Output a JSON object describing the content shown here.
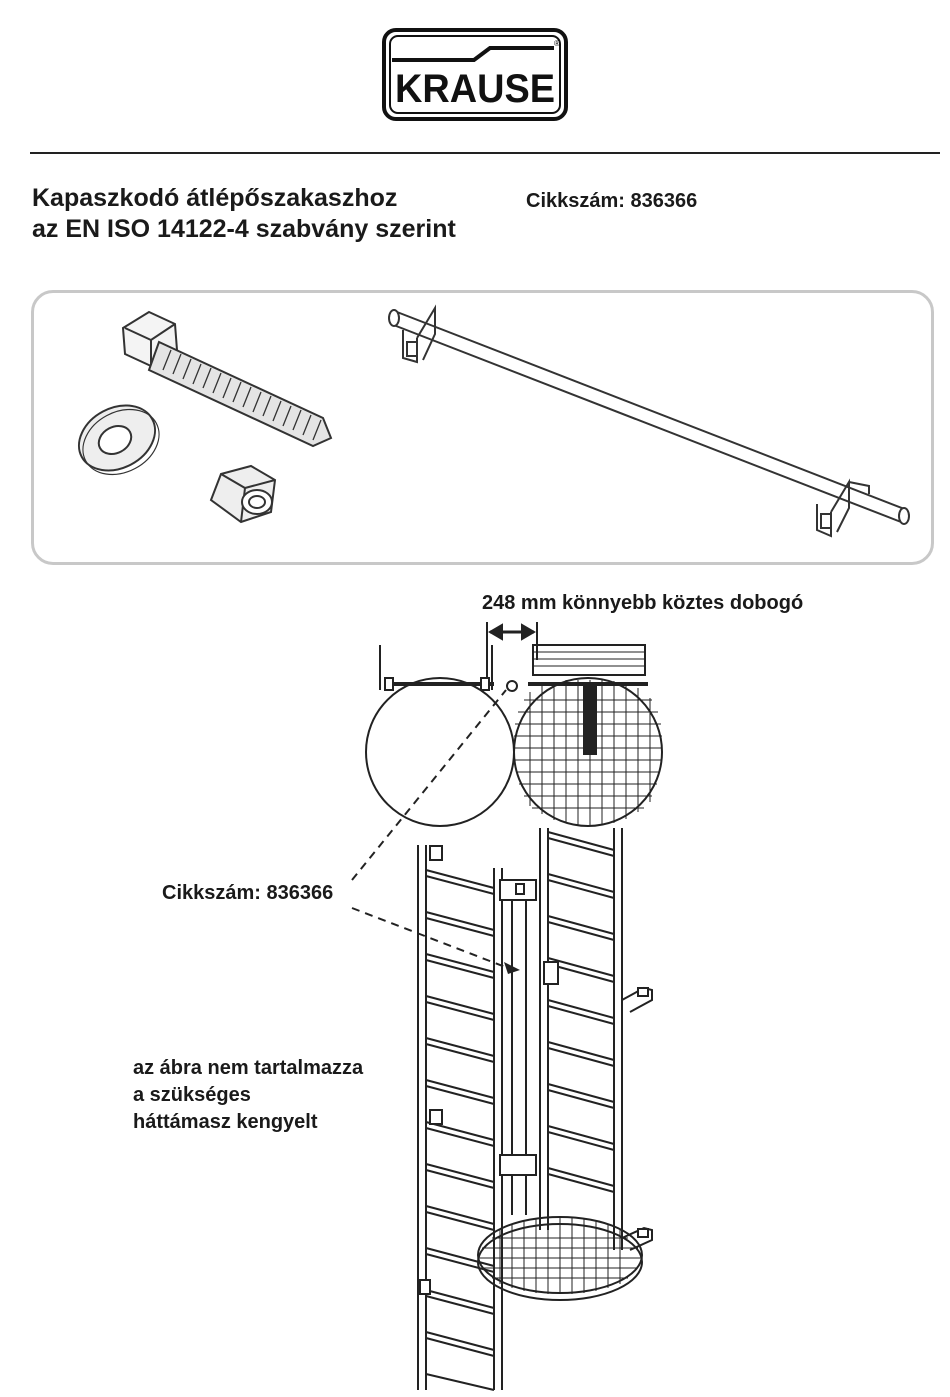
{
  "brand": {
    "name": "KRAUSE"
  },
  "header": {
    "title_line1": "Kapaszkodó átlépőszakaszhoz",
    "title_line2": "az EN ISO 14122-4 szabvány szerint",
    "article_number": "Cikkszám: 836366"
  },
  "parts": {
    "items": [
      "bolt-icon",
      "washer-icon",
      "nut-icon",
      "handrail-icon"
    ]
  },
  "diagram": {
    "dimension_label": "248 mm könnyebb köztes dobogó",
    "article_label": "Cikkszám: 836366",
    "note_line1": "az ábra nem tartalmazza",
    "note_line2": "a szükséges",
    "note_line3": "háttámasz kengyelt"
  },
  "colors": {
    "ink": "#1a1a1a",
    "frame": "#c8c8c8"
  }
}
